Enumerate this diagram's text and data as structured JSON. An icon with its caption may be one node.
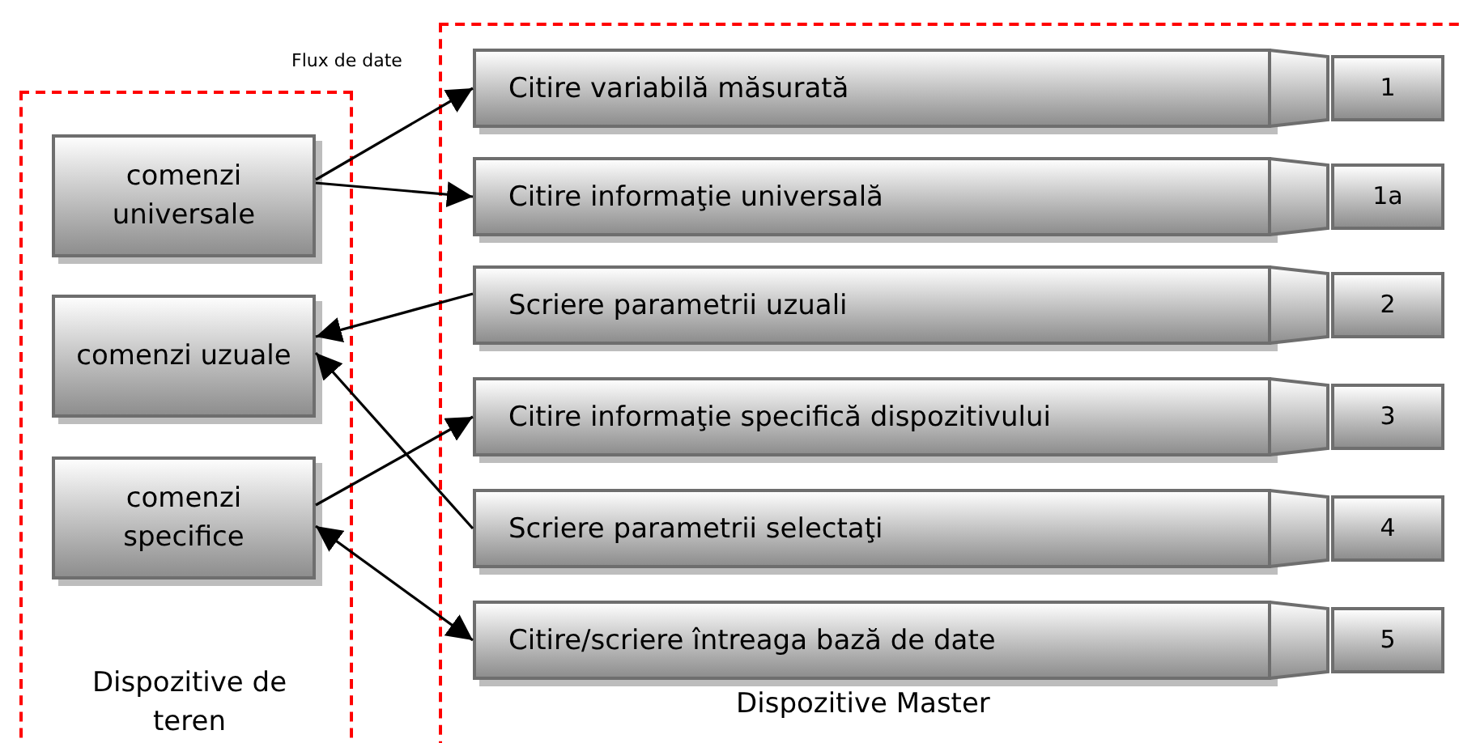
{
  "diagram": {
    "nodes": [
      {
        "text": [
          "Dispozitive de teren"
        ]
      },
      {
        "text": [
          "comenzi universale"
        ],
        "in": 0
      },
      {
        "text": [
          "comenzi uzuale"
        ],
        "in": 0
      },
      {
        "text": [
          "comenzi specifice"
        ],
        "in": 0
      },
      {
        "text": [
          "Dispozitive Master"
        ]
      },
      {
        "text": [
          "Citire variabilă măsurată",
          "1"
        ],
        "in": 4
      },
      {
        "text": [
          "Citire informaţie universală",
          "1a"
        ],
        "in": 4
      },
      {
        "text": [
          "Scriere parametrii uzuali",
          "2"
        ],
        "in": 4
      },
      {
        "text": [
          "Citire informaţie specifică dispozitivului",
          "3"
        ],
        "in": 4
      },
      {
        "text": [
          "Scriere parametrii selectaţi",
          "4"
        ],
        "in": 4
      },
      {
        "text": [
          "Citire/scriere întreaga bază de date",
          "5"
        ],
        "in": 4
      }
    ],
    "edges": [
      {
        "from": 1,
        "to": 5,
        "arrow": "to"
      },
      {
        "from": 1,
        "to": 6,
        "arrow": "to"
      },
      {
        "from": 7,
        "to": 2,
        "arrow": "to"
      },
      {
        "from": 9,
        "to": 2,
        "arrow": "to"
      },
      {
        "from": 3,
        "to": 8,
        "arrow": "to"
      },
      {
        "from": 3,
        "to": 10,
        "arrow": "both"
      }
    ],
    "labels": [
      "Flux de date"
    ]
  }
}
